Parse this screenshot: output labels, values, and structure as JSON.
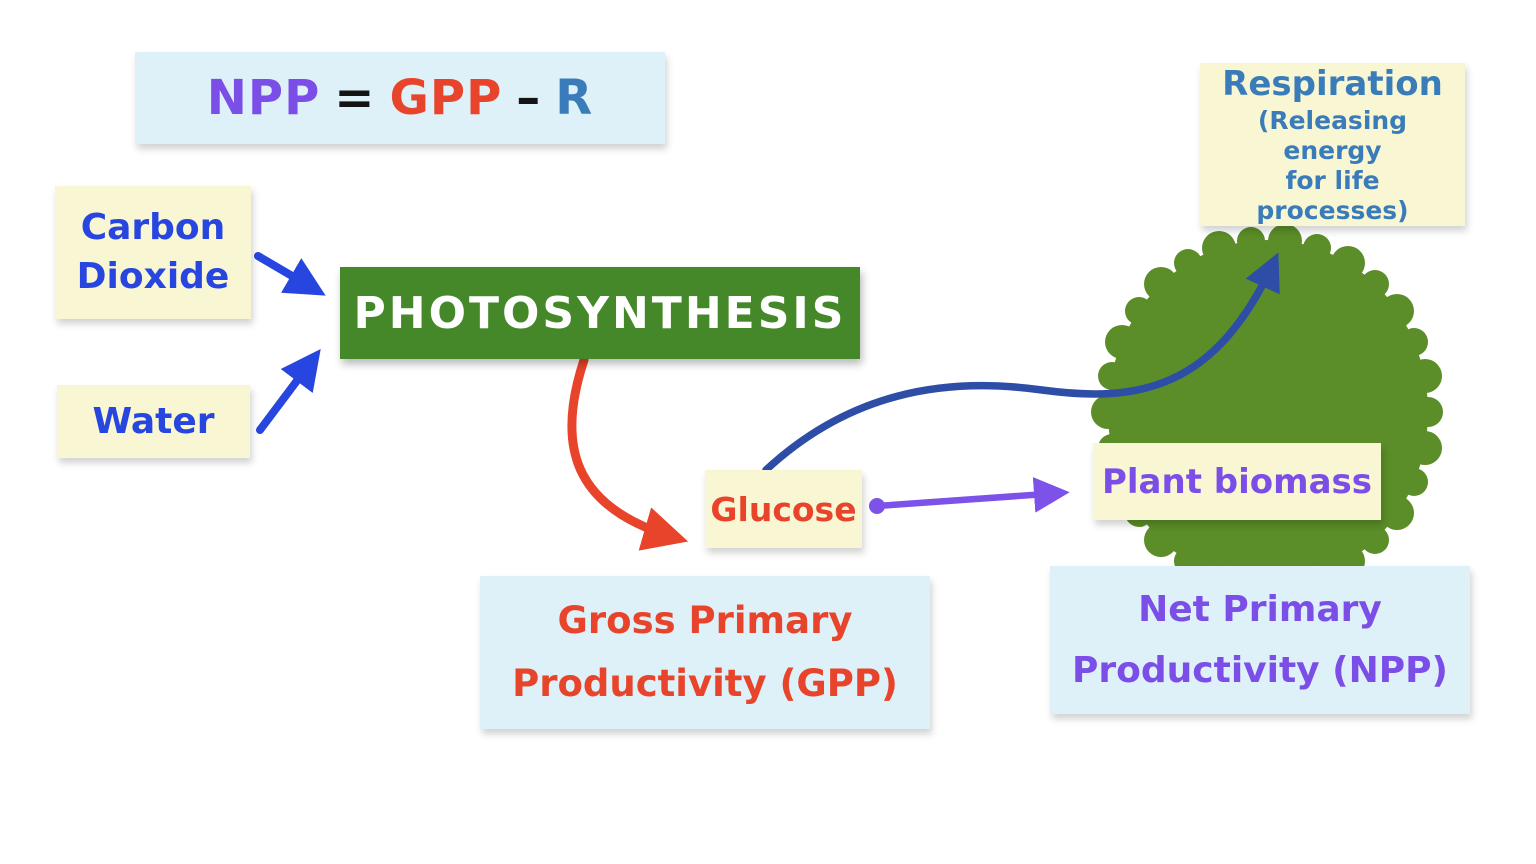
{
  "title": "Net Primary Productivity diagram",
  "formula": {
    "npp": "NPP",
    "equals": "=",
    "gpp": "GPP",
    "minus": "–",
    "r": "R"
  },
  "nodes": {
    "carbon_dioxide": "Carbon Dioxide",
    "water": "Water",
    "photosynthesis": "PHOTOSYNTHESIS",
    "glucose": "Glucose",
    "gpp_line1": "Gross Primary",
    "gpp_line2": "Productivity (GPP)",
    "respiration_title": "Respiration",
    "respiration_sub_line1": "(Releasing energy",
    "respiration_sub_line2": "for life processes)",
    "plant_biomass": "Plant biomass",
    "npp_line1": "Net Primary",
    "npp_line2": "Productivity (NPP)"
  },
  "edges": [
    {
      "from": "carbon_dioxide",
      "to": "photosynthesis",
      "color": "#2746df"
    },
    {
      "from": "water",
      "to": "photosynthesis",
      "color": "#2746df"
    },
    {
      "from": "photosynthesis",
      "to": "glucose",
      "color": "#e8432b"
    },
    {
      "from": "glucose",
      "to": "respiration",
      "color": "#2d4da6"
    },
    {
      "from": "glucose",
      "to": "plant_biomass",
      "color": "#7c52e8"
    }
  ],
  "colors": {
    "purple": "#7b4ee8",
    "red": "#e8432b",
    "steel_blue": "#3a7cba",
    "bright_blue": "#2746df",
    "navy_arrow": "#2d4da6",
    "purple_arrow": "#7c52e8",
    "photosynthesis_green": "#44882a",
    "tree_green": "#5b8d28",
    "cream_box": "#f8f6d3",
    "light_blue_box": "#def0f8",
    "black": "#141414"
  }
}
